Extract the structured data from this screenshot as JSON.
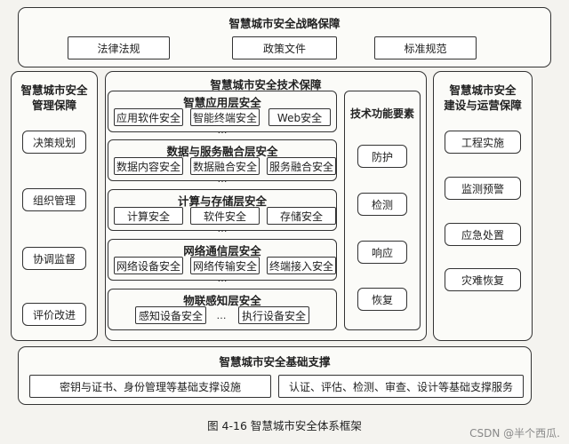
{
  "strategy": {
    "title": "智慧城市安全战略保障",
    "items": [
      "法律法规",
      "政策文件",
      "标准规范"
    ]
  },
  "management": {
    "title_line1": "智慧城市安全",
    "title_line2": "管理保障",
    "items": [
      "决策规划",
      "组织管理",
      "协调监督",
      "评价改进"
    ]
  },
  "technical": {
    "title": "智慧城市安全技术保障",
    "layers": [
      {
        "title": "智慧应用层安全",
        "items": [
          "应用软件安全",
          "智能终端安全",
          "Web安全"
        ]
      },
      {
        "title": "数据与服务融合层安全",
        "items": [
          "数据内容安全",
          "数据融合安全",
          "服务融合安全"
        ]
      },
      {
        "title": "计算与存储层安全",
        "items": [
          "计算安全",
          "软件安全",
          "存储安全"
        ]
      },
      {
        "title": "网络通信层安全",
        "items": [
          "网络设备安全",
          "网络传输安全",
          "终端接入安全"
        ]
      },
      {
        "title": "物联感知层安全",
        "items": [
          "感知设备安全",
          "执行设备安全"
        ]
      }
    ],
    "ellipsis": "…",
    "elements": {
      "title": "技术功能要素",
      "items": [
        "防护",
        "检测",
        "响应",
        "恢复"
      ]
    }
  },
  "construction": {
    "title_line1": "智慧城市安全",
    "title_line2": "建设与运营保障",
    "items": [
      "工程实施",
      "监测预警",
      "应急处置",
      "灾难恢复"
    ]
  },
  "foundation": {
    "title": "智慧城市安全基础支撑",
    "items": [
      "密钥与证书、身份管理等基础支撑设施",
      "认证、评估、检测、审查、设计等基础支撑服务"
    ]
  },
  "caption": "图 4-16   智慧城市安全体系框架",
  "watermark": "CSDN @半个西瓜."
}
